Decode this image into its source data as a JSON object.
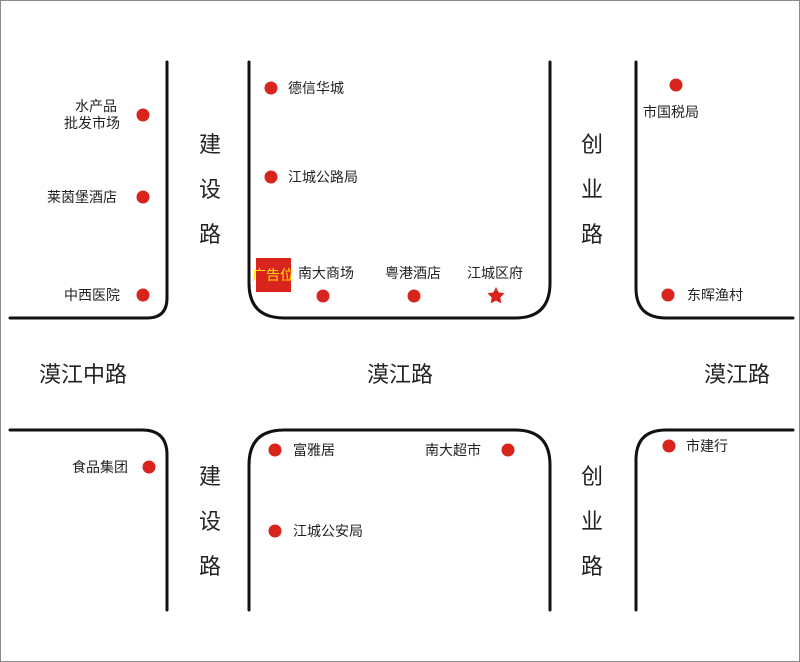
{
  "colors": {
    "poi": "#d9231d",
    "road_line": "#111111",
    "ad_text": "#ffe100"
  },
  "roads": {
    "hanjiang_zhong": "漠江中路",
    "hanjiang_center": "漠江路",
    "hanjiang_right": "漠江路",
    "jianshe_top": [
      "建",
      "设",
      "路"
    ],
    "jianshe_bottom": [
      "建",
      "设",
      "路"
    ],
    "chuangye_top": [
      "创",
      "业",
      "路"
    ],
    "chuangye_bottom": [
      "创",
      "业",
      "路"
    ]
  },
  "poi": {
    "aquatic_line1": "水产品",
    "aquatic_line2": "批发市场",
    "laiyin_hotel": "莱茵堡酒店",
    "zhongxi_hospital": "中西医院",
    "food_group": "食品集团",
    "dexin": "德信华城",
    "highway_bureau": "江城公路局",
    "nanda_mall": "南大商场",
    "yuegang_hotel": "粤港酒店",
    "district_gov": "江城区府",
    "tax_bureau": "市国税局",
    "donghui": "东晖渔村",
    "fuyaju": "富雅居",
    "nanda_supermarket": "南大超市",
    "police_bureau": "江城公安局",
    "construction_bank": "市建行"
  },
  "ad": {
    "label": "广告位"
  }
}
